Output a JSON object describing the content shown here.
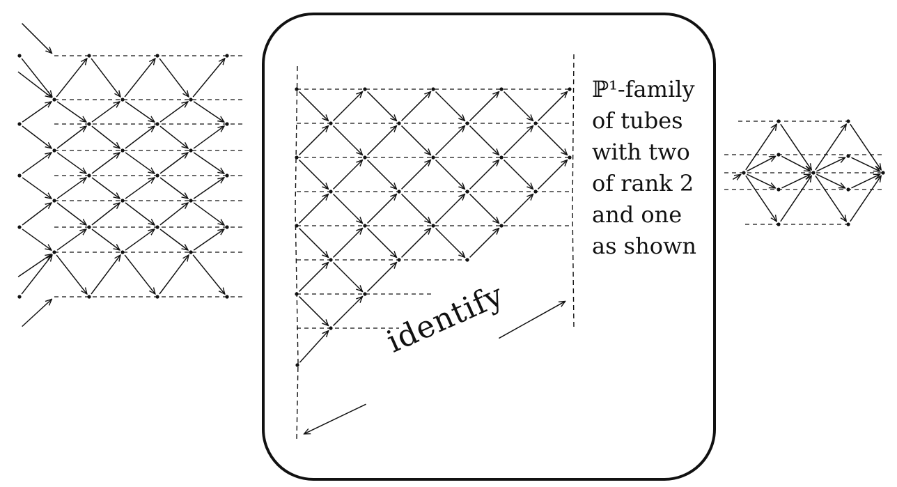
{
  "caption": {
    "lines": [
      "ℙ¹-family",
      "of tubes",
      "with two",
      "of rank 2",
      "and one",
      "as shown"
    ]
  },
  "identify_label": "identify",
  "colors": {
    "ink": "#111111",
    "paper": "#ffffff"
  }
}
